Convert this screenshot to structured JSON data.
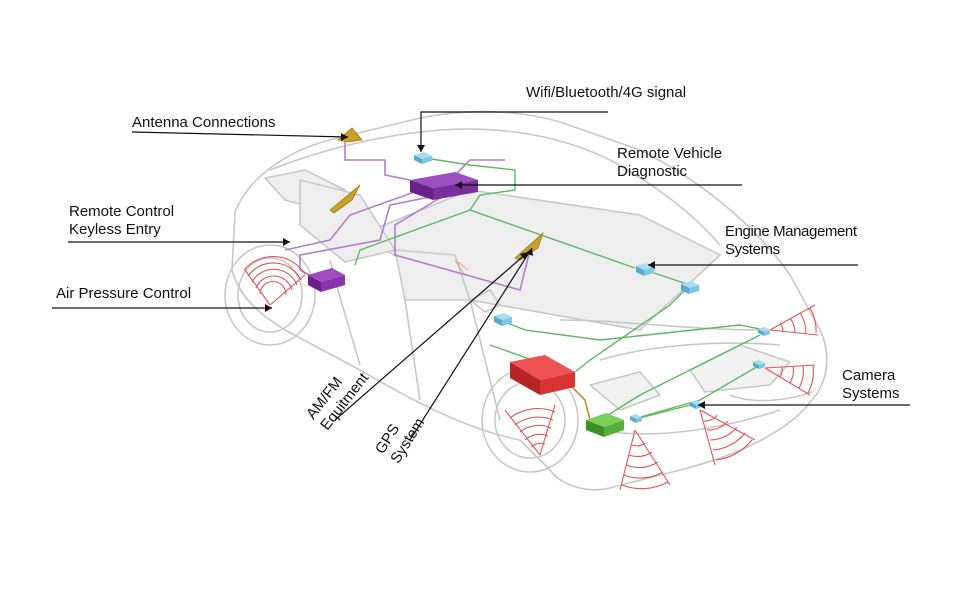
{
  "labels": {
    "antenna": "Antenna Connections",
    "wifi": "Wifi/Bluetooth/4G signal",
    "remote_diag_l1": "Remote Vehicle",
    "remote_diag_l2": "Diagnostic",
    "keyless_l1": "Remote Control",
    "keyless_l2": "Keyless Entry",
    "engine_l1": "Engine Management",
    "engine_l2": "Systems",
    "air_pressure": "Air Pressure Control",
    "camera_l1": "Camera",
    "camera_l2": "Systems",
    "amfm_l1": "AM/FM",
    "amfm_l2": "Equitment",
    "gps_l1": "GPS",
    "gps_l2": "System"
  },
  "colors": {
    "car_outline": "#c9c9c9",
    "glass": "#ececec",
    "purple_module": "#7b2d9a",
    "purple_wire": "#b57ccc",
    "green_wire": "#5fb85f",
    "red_module": "#e03838",
    "green_module": "#5cbf3f",
    "sensor_blue": "#7cc6e6",
    "antenna_gold": "#c9a227",
    "radar_red": "#e05555",
    "leader_line": "#111111"
  }
}
